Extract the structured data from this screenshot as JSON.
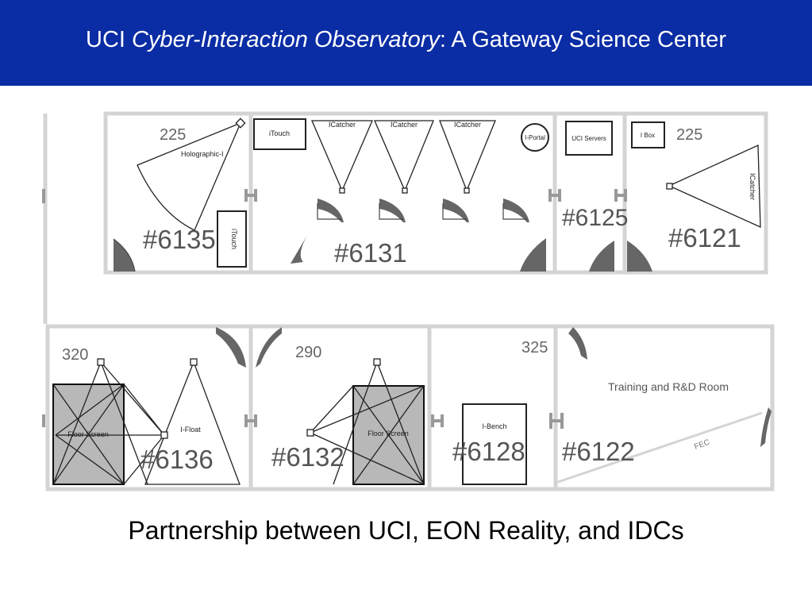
{
  "title": {
    "prefix": "UCI ",
    "italic": "Cyber-Interaction Observatory",
    "suffix": ": A Gateway Science Center"
  },
  "caption": "Partnership between UCI, EON Reality, and IDCs",
  "colors": {
    "title_bar": "#0a2ca4",
    "title_text": "#ffffff",
    "screen_fill": "#b8b8b8"
  },
  "floorplan": {
    "room_numbers": [
      "#6135",
      "#6131",
      "#6125",
      "#6121",
      "#6136",
      "#6132",
      "#6128",
      "#6122"
    ],
    "dimensions": [
      "225",
      "225",
      "320",
      "290",
      "325"
    ],
    "equipment": {
      "holographic": "Holographic-I",
      "itouch_top": "iTouch",
      "itouch_side": "iTouch",
      "icatcher_1": "ICatcher",
      "icatcher_2": "ICatcher",
      "icatcher_3": "ICatcher",
      "iportal": "I-Portal",
      "uci_servers": "UCI Servers",
      "ibox": "I Box",
      "icatcher_side": "ICatcher",
      "floor_screen_1": "Floor Screen",
      "floor_screen_2": "Floor Screen",
      "ifloat": "I-Float",
      "ibench": "I-Bench"
    },
    "training_room": "Training and R&D Room",
    "fec": "FEC"
  }
}
